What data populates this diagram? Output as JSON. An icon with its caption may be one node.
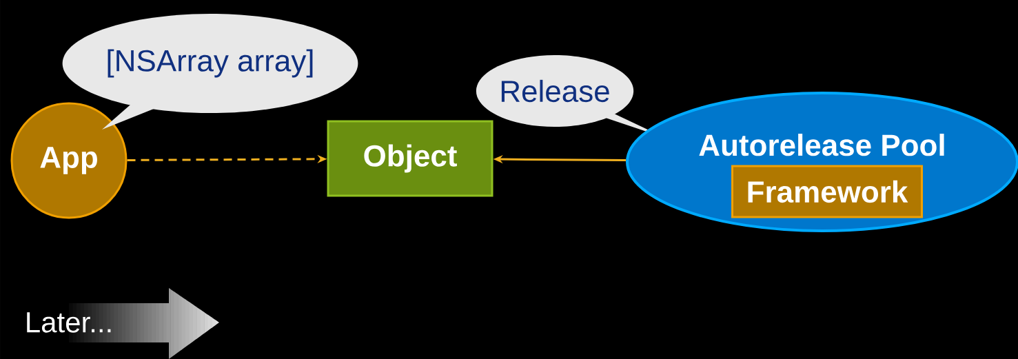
{
  "diagram": {
    "nodes": [
      {
        "text": [
          "App"
        ]
      },
      {
        "text": [
          "[NSArray array]"
        ]
      },
      {
        "text": [
          "Object"
        ]
      },
      {
        "text": [
          "Release"
        ]
      },
      {
        "text": [
          "Autorelease Pool"
        ]
      },
      {
        "text": [
          "Framework"
        ],
        "in": 4
      },
      {
        "text": [
          "Later..."
        ]
      }
    ],
    "edges": [
      {
        "from": 0,
        "to": 2,
        "arrow": "to",
        "style": "dashed"
      },
      {
        "from": 4,
        "to": 2,
        "arrow": "to"
      }
    ]
  }
}
